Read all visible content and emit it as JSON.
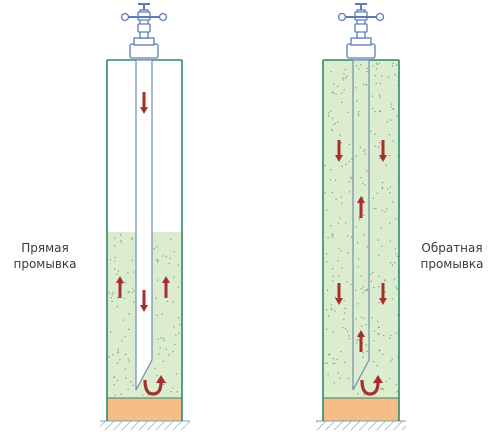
{
  "labels": {
    "direct_line1": "Прямая",
    "direct_line2": "промывка",
    "reverse_line1": "Обратная",
    "reverse_line2": "промывка"
  },
  "colors": {
    "casing": "#2d8a6a",
    "pipe": "#6f8fb0",
    "fluid": "#dceccf",
    "fluid_dots": "#5f7f65",
    "sand_plug": "#f5be86",
    "arrow": "#a3322f",
    "valve": "#5b7db6",
    "ground": "#7f9fae"
  },
  "icons": {
    "wellhead": "wellhead-valve-icon",
    "flow_arrow": "flow-arrow-icon"
  },
  "wells": [
    {
      "name": "direct-flushing",
      "flow_in_pipe": "down",
      "flow_in_annulus": "up",
      "fluid_level": "partial"
    },
    {
      "name": "reverse-flushing",
      "flow_in_pipe": "up",
      "flow_in_annulus": "down",
      "fluid_level": "full"
    }
  ]
}
